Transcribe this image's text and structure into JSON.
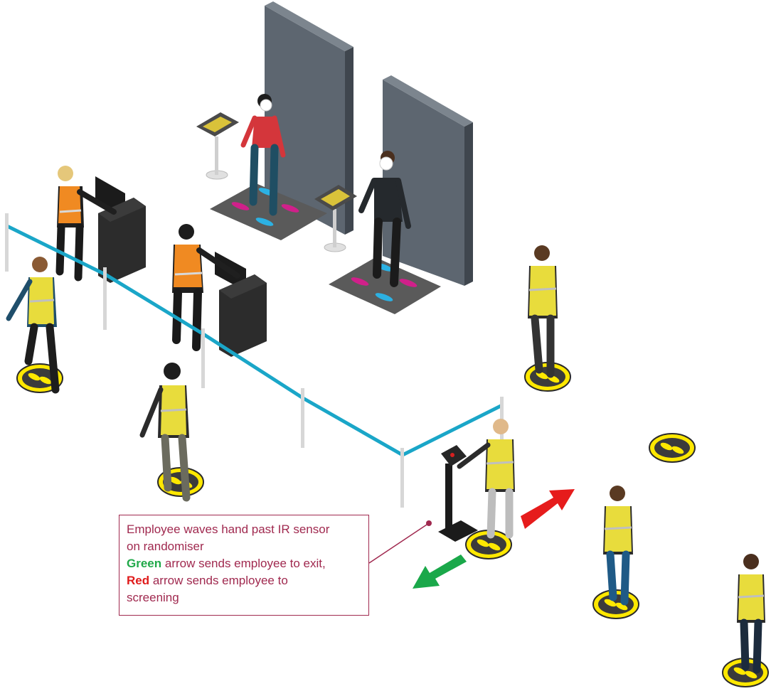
{
  "callout": {
    "line1": "Employee waves hand past IR sensor",
    "line2": "on randomiser",
    "green_word": "Green",
    "green_rest": " arrow sends employee to exit,",
    "red_word": "Red",
    "red_rest": " arrow sends employee to",
    "line5": "screening"
  },
  "colors": {
    "callout_text": "#a0294f",
    "green": "#21a94a",
    "red": "#e01b1b",
    "rope": "#1aa6c8",
    "vest_yellow": "#e8dc3c",
    "vest_orange": "#f08a22",
    "panel": "#5d6670"
  },
  "icons": [
    "screening-panel",
    "control-terminal",
    "floor-marker",
    "direction-arrow",
    "randomiser-stand"
  ]
}
